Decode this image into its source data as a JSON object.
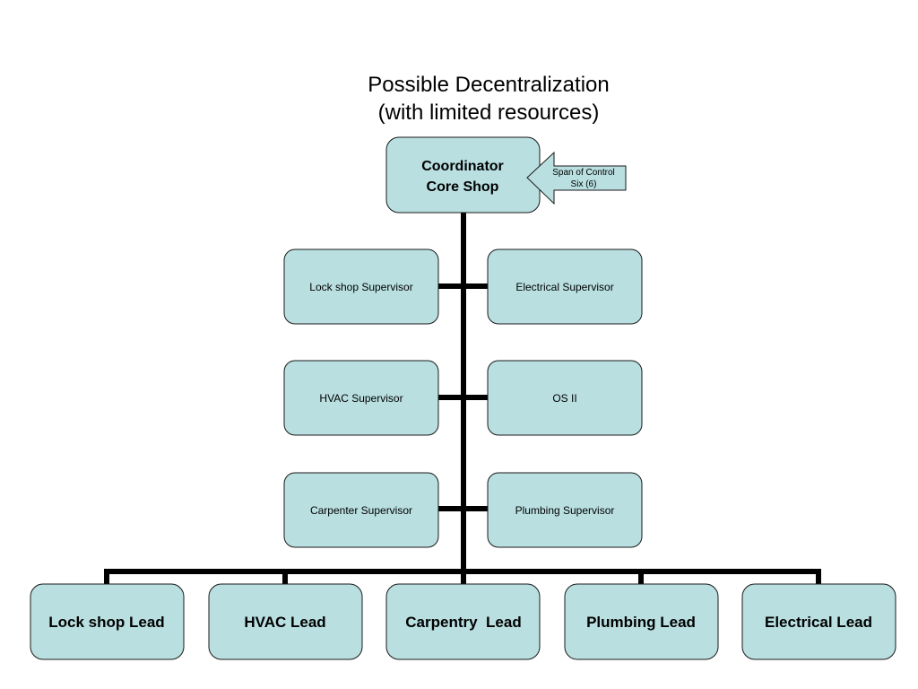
{
  "title": {
    "line1": "Possible Decentralization",
    "line2": "(with limited resources)"
  },
  "colors": {
    "box_fill": "#b9dfe1",
    "box_stroke": "#1a1a1a",
    "connector": "#000000"
  },
  "coordinator": {
    "line1": "Coordinator",
    "line2": "Core Shop"
  },
  "callout": {
    "line1": "Span of Control",
    "line2": "Six (6)"
  },
  "supervisors": {
    "left": [
      "Lock shop Supervisor",
      "HVAC Supervisor",
      "Carpenter Supervisor"
    ],
    "right": [
      "Electrical Supervisor",
      "OS II",
      "Plumbing Supervisor"
    ]
  },
  "leads": [
    "Lock shop Lead",
    "HVAC Lead",
    "Carpentry  Lead",
    "Plumbing Lead",
    "Electrical Lead"
  ]
}
